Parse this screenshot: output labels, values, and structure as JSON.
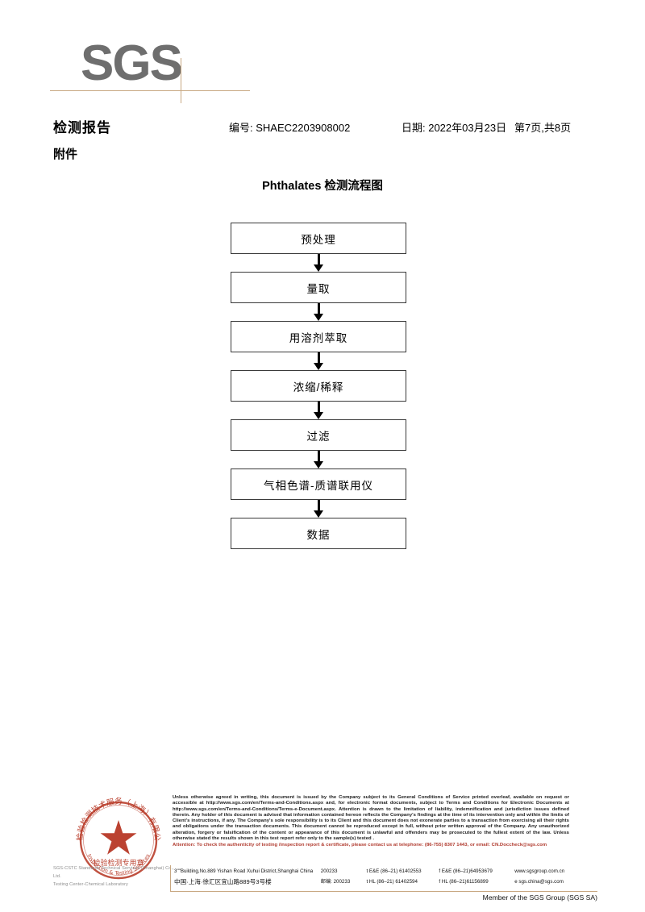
{
  "logo": {
    "text": "SGS"
  },
  "header": {
    "title": "检测报告",
    "attachment": "附件",
    "report_no": "编号: SHAEC2203908002",
    "date": "日期: 2022年03月23日",
    "page": "第7页,共8页"
  },
  "flowchart": {
    "title": "Phthalates 检测流程图",
    "steps": [
      {
        "label": "预处理"
      },
      {
        "label": "量取"
      },
      {
        "label": "用溶剂萃取"
      },
      {
        "label": "浓缩/稀释"
      },
      {
        "label": "过滤"
      },
      {
        "label": "气相色谱-质谱联用仪"
      },
      {
        "label": "数据"
      }
    ]
  },
  "stamp": {
    "arc_top": "检验检测技术服务（上海）有限公",
    "text_cn": "检验检测专用章",
    "text_en": "Inspection & Testing Services",
    "color": "#b5321f"
  },
  "company": {
    "line1": "SGS-CSTC Standards Technical Services (Shanghai) Co., Ltd.",
    "line2": "Testing Center-Chemical Laboratory"
  },
  "legal": {
    "paragraph": "Unless otherwise agreed in writing, this document is issued by the Company subject to its General Conditions of Service printed overleaf, available on request or accessible at http://www.sgs.com/en/Terms-and-Conditions.aspx and, for electronic format documents, subject to Terms and Conditions for Electronic Documents at http://www.sgs.com/en/Terms-and-Conditions/Terms-e-Document.aspx. Attention is drawn to the limitation of liability, indemnification and jurisdiction issues defined therein. Any holder of this document is advised that information contained hereon reflects the Company's findings at the time of its intervention only and within the limits of Client's instructions, if any. The Company's sole responsibility is to its Client and this document does not exonerate parties to a transaction from exercising all their rights and obligations under the transaction documents. This document cannot be reproduced except in full, without prior written approval of the Company. Any unauthorized alteration, forgery or falsification of the content or appearance of this document is unlawful and offenders may be prosecuted to the fullest extent of the law. Unless otherwise stated the results shown in this test report refer only to the sample(s) tested .",
    "attention": "Attention: To check the authenticity of testing /inspection report & certificate, please contact us at telephone: (86-755) 8307 1443, or email: CN.Doccheck@sgs.com",
    "attention_color": "#b03a2e"
  },
  "address": {
    "rows": [
      {
        "address": "3\"\"Building,No.889 Yishan Road Xuhui District,Shanghai China",
        "postcode": "200233",
        "phone1": "t E&E (86–21) 61402553",
        "phone2": "f E&E (86–21)64953679",
        "contact": "www.sgsgroup.com.cn"
      },
      {
        "address": "中国·上海·徐汇区宜山路889号3号楼",
        "postcode": "邮编: 200233",
        "phone1": "t HL (86–21) 61402594",
        "phone2": "f HL (86–21)61156899",
        "contact": "e sgs.china@sgs.com"
      }
    ]
  },
  "footer": {
    "member": "Member of the SGS Group (SGS SA)"
  }
}
